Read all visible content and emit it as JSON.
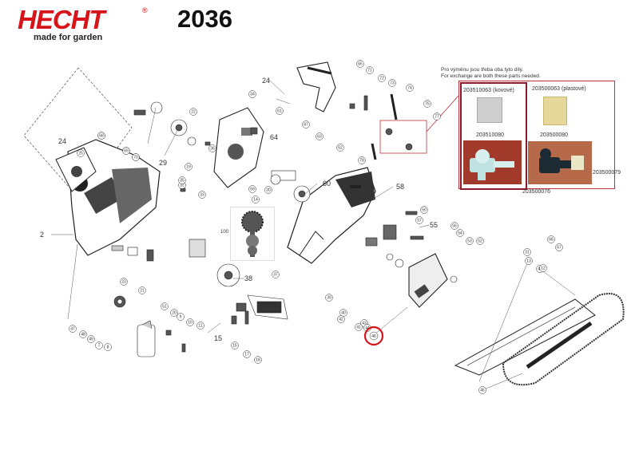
{
  "header": {
    "brand": "HECHT",
    "registered": "®",
    "tagline": "made for garden",
    "model": "2036"
  },
  "note": {
    "line1": "Pro výměnu jsou třeba oba tyto díly.",
    "line2": "For exchange are both these parts needed."
  },
  "parts_box": {
    "left_title": "203510063 (kovové)",
    "left_code": "203510080",
    "right_title": "203500063 (plastové)",
    "right_code": "203500080",
    "right_code2": "203500079",
    "right_code3": "203500076"
  },
  "callouts": {
    "large": [
      "2",
      "24",
      "24",
      "29",
      "64",
      "60",
      "58",
      "55",
      "38",
      "15",
      "100"
    ],
    "small": [
      "26",
      "27",
      "28",
      "25",
      "23",
      "21",
      "22",
      "32",
      "33",
      "34",
      "87",
      "63",
      "62",
      "61",
      "65",
      "71",
      "72",
      "73",
      "74",
      "75",
      "77",
      "78",
      "59",
      "30",
      "50",
      "57",
      "56",
      "54",
      "53",
      "52",
      "51",
      "20",
      "19",
      "35",
      "36",
      "37",
      "39",
      "40",
      "41",
      "42",
      "43",
      "44",
      "45",
      "46",
      "47",
      "48",
      "49",
      "7",
      "8",
      "9",
      "10",
      "11",
      "16",
      "17",
      "18",
      "14",
      "13",
      "12",
      "31",
      "66",
      "67",
      "68",
      "69",
      "70"
    ]
  },
  "highlight": {
    "label": "46",
    "color": "#d7141a"
  },
  "colors": {
    "brand": "#d7141a",
    "box_border": "#8b1a2f"
  }
}
